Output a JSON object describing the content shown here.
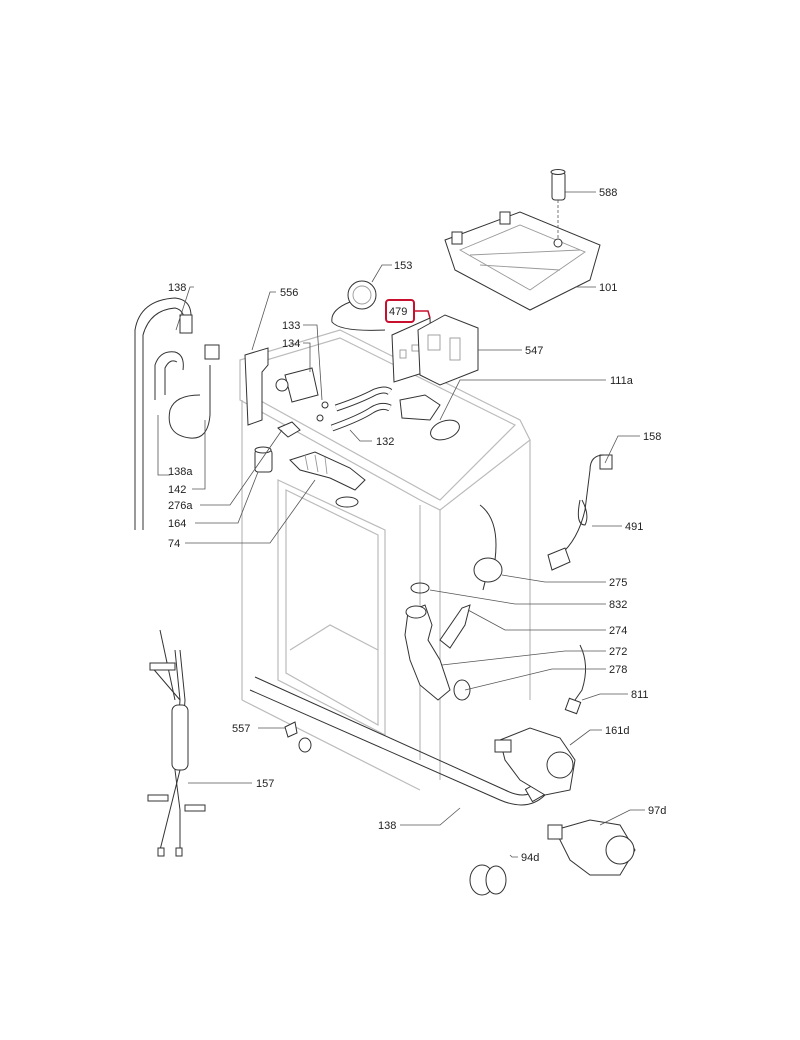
{
  "title": "Washing machine exploded parts diagram",
  "highlight": {
    "part": "479",
    "color": "#c8102e"
  },
  "labels": [
    {
      "id": "588",
      "text": "588"
    },
    {
      "id": "101",
      "text": "101"
    },
    {
      "id": "153",
      "text": "153"
    },
    {
      "id": "479",
      "text": "479"
    },
    {
      "id": "547",
      "text": "547"
    },
    {
      "id": "111a",
      "text": "111a"
    },
    {
      "id": "138-top",
      "text": "138"
    },
    {
      "id": "556",
      "text": "556"
    },
    {
      "id": "133",
      "text": "133"
    },
    {
      "id": "134",
      "text": "134"
    },
    {
      "id": "132",
      "text": "132"
    },
    {
      "id": "138a",
      "text": "138a"
    },
    {
      "id": "142",
      "text": "142"
    },
    {
      "id": "276a",
      "text": "276a"
    },
    {
      "id": "164",
      "text": "164"
    },
    {
      "id": "74",
      "text": "74"
    },
    {
      "id": "158",
      "text": "158"
    },
    {
      "id": "491",
      "text": "491"
    },
    {
      "id": "275",
      "text": "275"
    },
    {
      "id": "832",
      "text": "832"
    },
    {
      "id": "274",
      "text": "274"
    },
    {
      "id": "272",
      "text": "272"
    },
    {
      "id": "278",
      "text": "278"
    },
    {
      "id": "811",
      "text": "811"
    },
    {
      "id": "161d",
      "text": "161d"
    },
    {
      "id": "557",
      "text": "557"
    },
    {
      "id": "157",
      "text": "157"
    },
    {
      "id": "138-bottom",
      "text": "138"
    },
    {
      "id": "97d",
      "text": "97d"
    },
    {
      "id": "94d",
      "text": "94d"
    }
  ]
}
